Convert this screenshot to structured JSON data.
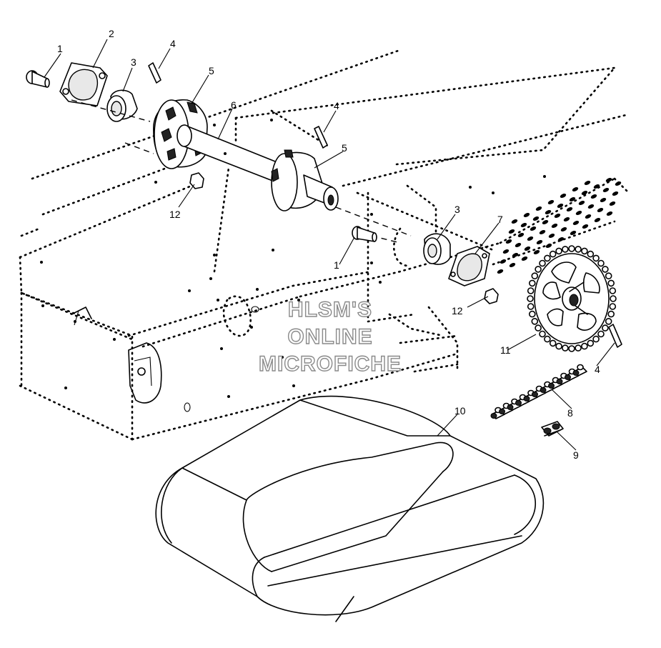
{
  "watermark": {
    "line1": "HLSM'S",
    "line2": "ONLINE",
    "line3": "MICROFICHE"
  },
  "callouts": [
    {
      "id": "c1a",
      "number": "1"
    },
    {
      "id": "c2",
      "number": "2"
    },
    {
      "id": "c3a",
      "number": "3"
    },
    {
      "id": "c4a",
      "number": "4"
    },
    {
      "id": "c5a",
      "number": "5"
    },
    {
      "id": "c6",
      "number": "6"
    },
    {
      "id": "c4b",
      "number": "4"
    },
    {
      "id": "c5b",
      "number": "5"
    },
    {
      "id": "c12a",
      "number": "12"
    },
    {
      "id": "c3b",
      "number": "3"
    },
    {
      "id": "c7",
      "number": "7"
    },
    {
      "id": "c1b",
      "number": "1"
    },
    {
      "id": "c12b",
      "number": "12"
    },
    {
      "id": "c11",
      "number": "11"
    },
    {
      "id": "c4c",
      "number": "4"
    },
    {
      "id": "c8",
      "number": "8"
    },
    {
      "id": "c10",
      "number": "10"
    },
    {
      "id": "c9",
      "number": "9"
    }
  ]
}
